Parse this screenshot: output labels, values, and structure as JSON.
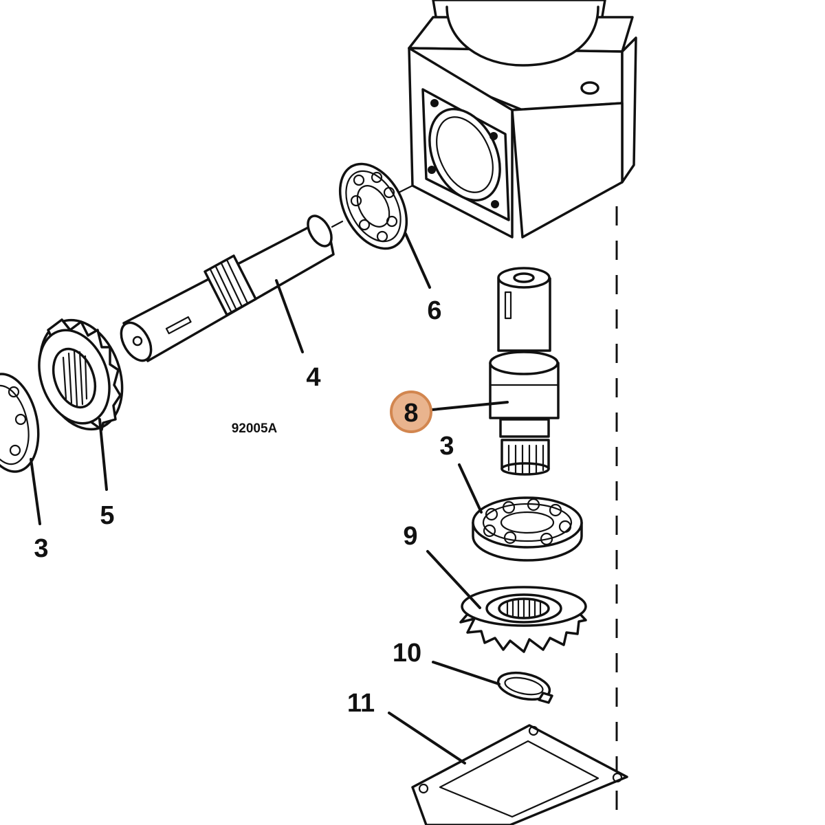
{
  "figure": {
    "reference_code": "92005A",
    "highlight_color": "#e9b48e",
    "highlight_stroke": "#d2864f",
    "callouts": [
      {
        "id": "callout_3_left",
        "label": "3"
      },
      {
        "id": "callout_5",
        "label": "5"
      },
      {
        "id": "callout_4",
        "label": "4"
      },
      {
        "id": "callout_6",
        "label": "6"
      },
      {
        "id": "callout_8",
        "label": "8",
        "highlighted": true
      },
      {
        "id": "callout_3_right",
        "label": "3"
      },
      {
        "id": "callout_9",
        "label": "9"
      },
      {
        "id": "callout_10",
        "label": "10"
      },
      {
        "id": "callout_11",
        "label": "11"
      }
    ]
  }
}
